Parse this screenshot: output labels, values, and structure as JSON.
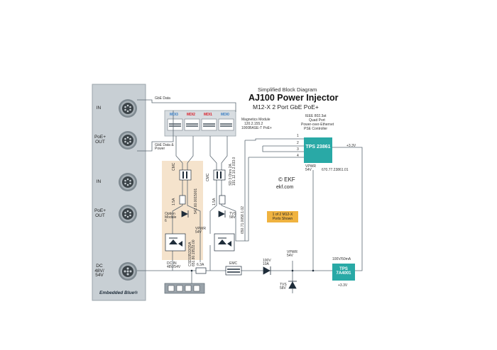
{
  "title": {
    "line1": "Simplified Block Diagram",
    "line2": "AJ100 Power Injector",
    "line3": "M12-X 2 Port GbE PoE+"
  },
  "front_panel": {
    "ports": [
      "IN",
      "PoE+ OUT",
      "IN",
      "PoE+ OUT"
    ],
    "dc_label": "DC 48V/ 54V",
    "brand": "Embedded Blue®"
  },
  "signals": {
    "gbe_data": "GbE Data",
    "gbe_data_power": "GbE Data & Power"
  },
  "magnetics": {
    "mdi_labels": [
      "MDI3",
      "MDI2",
      "MDI1",
      "MDI0"
    ],
    "mdi_colors": [
      "#3b7fc4",
      "#d9232e",
      "#d9232e",
      "#3b7fc4"
    ],
    "note_line1": "Magnetics Module",
    "note_line2": "120.2.155.2",
    "note_line3": "1000BASE-T PoE+"
  },
  "pse": {
    "desc_line1": "IEEE 802.3at",
    "desc_line2": "Quad Port",
    "desc_line3": "Power-over-Ethernet",
    "desc_line4": "PSE Controller",
    "name": "TPS 23861",
    "part": "670.77.23861.01",
    "pins": [
      "1",
      "2",
      "3",
      "4"
    ],
    "vpwr": "VPWR 54V",
    "out_label": "+3.3V"
  },
  "copyright": {
    "line1": "© EKF",
    "line2": "ekf.com"
  },
  "port_note": "1 of 2 M12-X Ports Shown",
  "components": {
    "cmc_left": "CMC",
    "cmc_right": "CMC",
    "fuse_left": "1.5A",
    "fuse_right": "1.5A",
    "opt_module": "Option Module 6",
    "cap_part": "542.60.0015001",
    "mosfet_part": "CSD19533Q5A 651.80.19533.00",
    "diode_part": "SD 3 Ohm 2A 191.12.10.2.033.0",
    "tvs_label": "TVS 58V",
    "tvs_part": "650.71.0058.1.02",
    "vpwr_mid": "VPWR 54V",
    "dc_in": "DC IN 48V/54V",
    "fuse_main": "6.3A",
    "emc": "EMC",
    "diode_main": "100V 10A",
    "vpwr_bottom": "VPWR 54V",
    "tvs_bottom": "TVS 58V",
    "reg_top": "100V/50mA",
    "reg_name": "TPS 7A4001",
    "reg_out": "+3.3V"
  }
}
